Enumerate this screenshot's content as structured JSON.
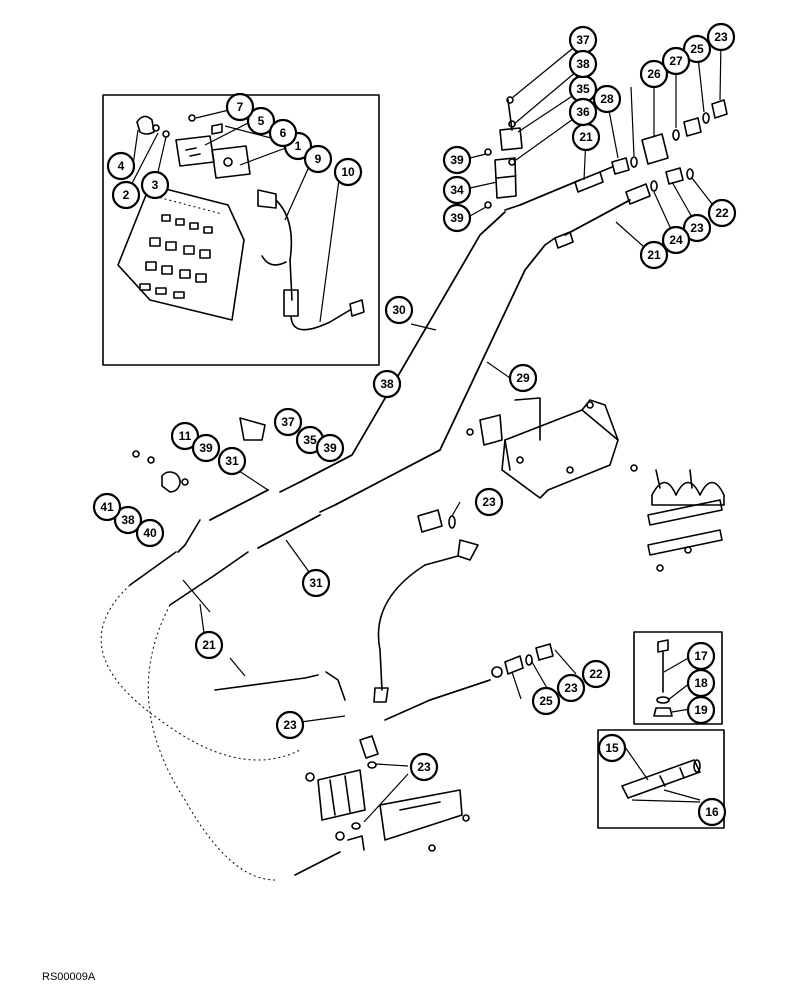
{
  "figure": {
    "code": "RS00009A",
    "callouts": [
      {
        "id": "c1",
        "label": "1"
      },
      {
        "id": "c2",
        "label": "2"
      },
      {
        "id": "c3",
        "label": "3"
      },
      {
        "id": "c4",
        "label": "4"
      },
      {
        "id": "c5",
        "label": "5"
      },
      {
        "id": "c6",
        "label": "6"
      },
      {
        "id": "c7",
        "label": "7"
      },
      {
        "id": "c9",
        "label": "9"
      },
      {
        "id": "c10",
        "label": "10"
      },
      {
        "id": "c11",
        "label": "11"
      },
      {
        "id": "c15",
        "label": "15"
      },
      {
        "id": "c16",
        "label": "16"
      },
      {
        "id": "c17",
        "label": "17"
      },
      {
        "id": "c18",
        "label": "18"
      },
      {
        "id": "c19",
        "label": "19"
      },
      {
        "id": "c21a",
        "label": "21"
      },
      {
        "id": "c21b",
        "label": "21"
      },
      {
        "id": "c21c",
        "label": "21"
      },
      {
        "id": "c22a",
        "label": "22"
      },
      {
        "id": "c22b",
        "label": "22"
      },
      {
        "id": "c23a",
        "label": "23"
      },
      {
        "id": "c23b",
        "label": "23"
      },
      {
        "id": "c23c",
        "label": "23"
      },
      {
        "id": "c23d",
        "label": "23"
      },
      {
        "id": "c23e",
        "label": "23"
      },
      {
        "id": "c23f",
        "label": "23"
      },
      {
        "id": "c24",
        "label": "24"
      },
      {
        "id": "c25a",
        "label": "25"
      },
      {
        "id": "c25b",
        "label": "25"
      },
      {
        "id": "c26",
        "label": "26"
      },
      {
        "id": "c27",
        "label": "27"
      },
      {
        "id": "c28",
        "label": "28"
      },
      {
        "id": "c29",
        "label": "29"
      },
      {
        "id": "c30",
        "label": "30"
      },
      {
        "id": "c31a",
        "label": "31"
      },
      {
        "id": "c31b",
        "label": "31"
      },
      {
        "id": "c34",
        "label": "34"
      },
      {
        "id": "c35a",
        "label": "35"
      },
      {
        "id": "c35b",
        "label": "35"
      },
      {
        "id": "c36",
        "label": "36"
      },
      {
        "id": "c37a",
        "label": "37"
      },
      {
        "id": "c37b",
        "label": "37"
      },
      {
        "id": "c38a",
        "label": "38"
      },
      {
        "id": "c38b",
        "label": "38"
      },
      {
        "id": "c38c",
        "label": "38"
      },
      {
        "id": "c39a",
        "label": "39"
      },
      {
        "id": "c39b",
        "label": "39"
      },
      {
        "id": "c39c",
        "label": "39"
      },
      {
        "id": "c39d",
        "label": "39"
      },
      {
        "id": "c40",
        "label": "40"
      },
      {
        "id": "c41",
        "label": "41"
      }
    ]
  }
}
